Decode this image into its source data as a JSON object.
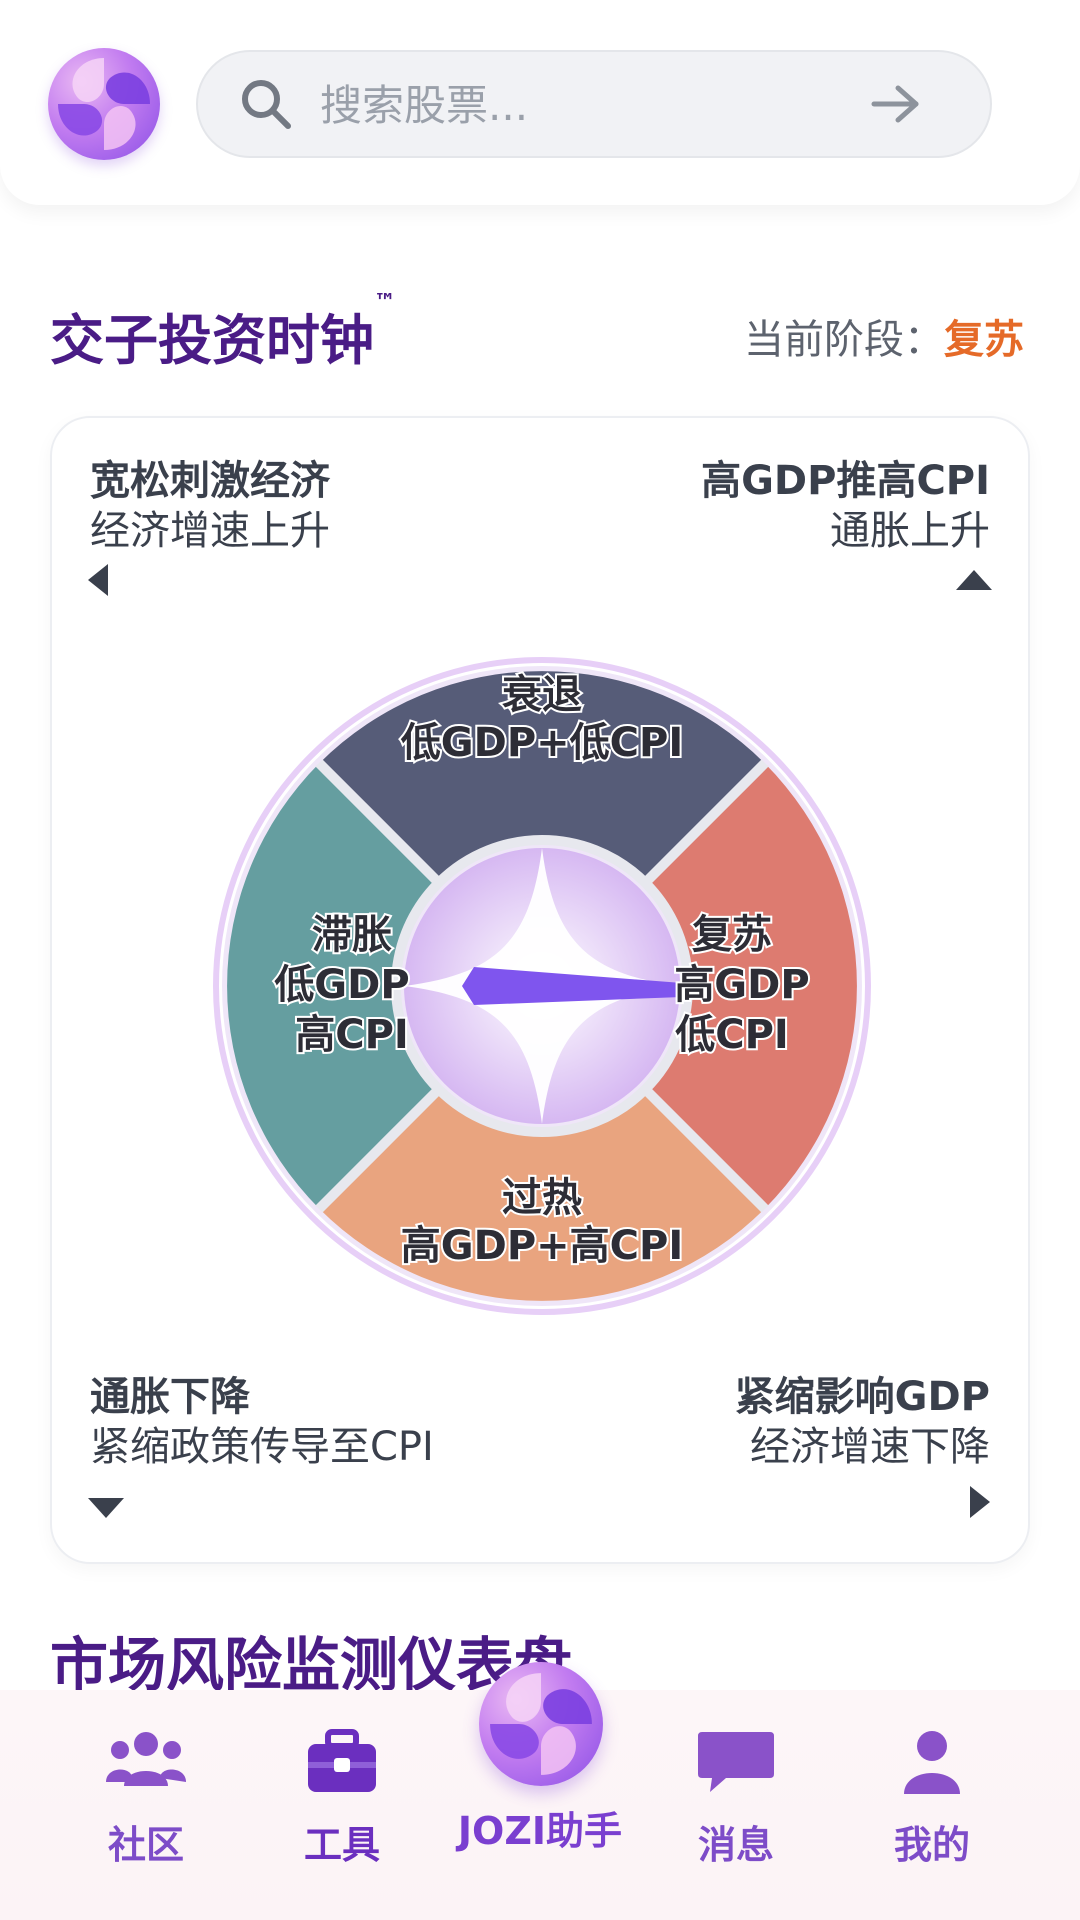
{
  "search": {
    "placeholder": "搜索股票..."
  },
  "clock": {
    "title": "交子投资时钟",
    "trademark": "™",
    "phase_label": "当前阶段：",
    "phase_value": "复苏",
    "corners": {
      "top_left": {
        "line1": "宽松刺激经济",
        "line2": "经济增速上升"
      },
      "top_right": {
        "line1": "高GDP推高CPI",
        "line2": "通胀上升"
      },
      "bottom_left": {
        "line1": "通胀下降",
        "line2": "紧缩政策传导至CPI"
      },
      "bottom_right": {
        "line1": "紧缩影响GDP",
        "line2": "经济增速下降"
      }
    },
    "quadrants": {
      "top": {
        "l1": "衰退",
        "l2": "低GDP+低CPI",
        "color": "#565c78"
      },
      "right": {
        "l1": "复苏",
        "l2": "高GDP",
        "l3": "低CPI",
        "color": "#dd7b70"
      },
      "bottom": {
        "l1": "过热",
        "l2": "高GDP+高CPI",
        "color": "#e9a47f"
      },
      "left": {
        "l1": "滞胀",
        "l2": "低GDP",
        "l3": "高CPI",
        "color": "#659ea0"
      }
    },
    "needle_color": "#7f55ee"
  },
  "dashboard": {
    "title": "市场风险监测仪表盘"
  },
  "nav": {
    "community": "社区",
    "tools": "工具",
    "assistant": "JOZI助手",
    "messages": "消息",
    "mine": "我的",
    "icon_color": "#8a52c9"
  }
}
